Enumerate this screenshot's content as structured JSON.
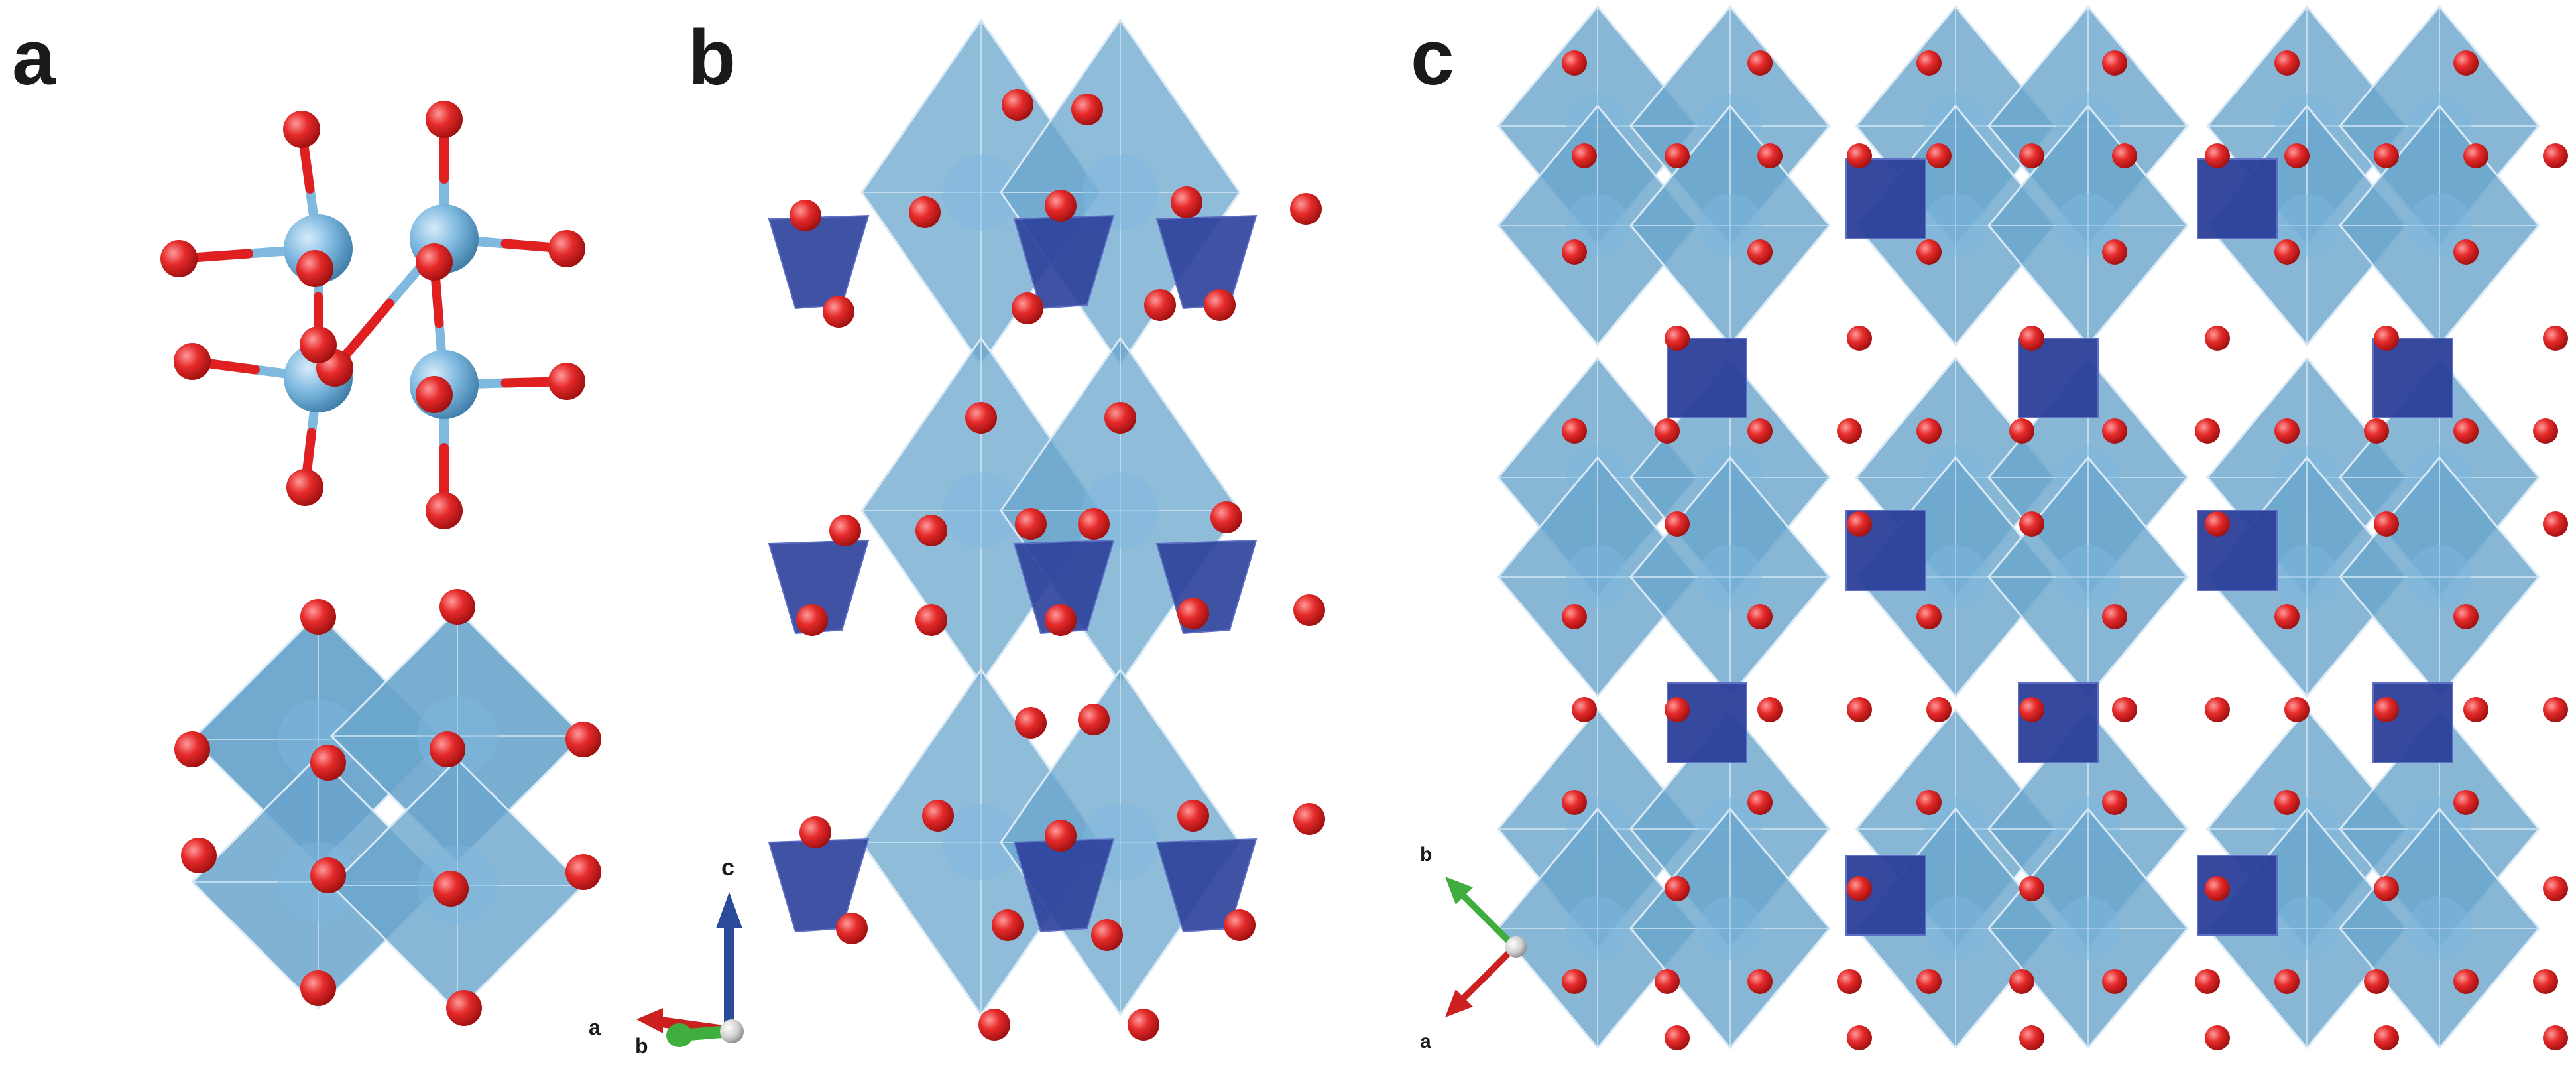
{
  "panels": [
    {
      "label": "a"
    },
    {
      "label": "b"
    },
    {
      "label": "c"
    }
  ],
  "axes_b": {
    "a": "a",
    "b": "b",
    "c": "c"
  },
  "axes_c": {
    "a": "a",
    "b": "b"
  },
  "colors": {
    "oxygen": "#e02020",
    "octahedron": "#6aa5cc",
    "octahedron_edge": "#4d86ad",
    "tetrahedron": "#2b3f9a",
    "metal": "#7fb9e0",
    "bond": "#7fb9e0",
    "axis_a": "#cc1f1f",
    "axis_b": "#3fae3f",
    "axis_c": "#2a4b9a"
  }
}
